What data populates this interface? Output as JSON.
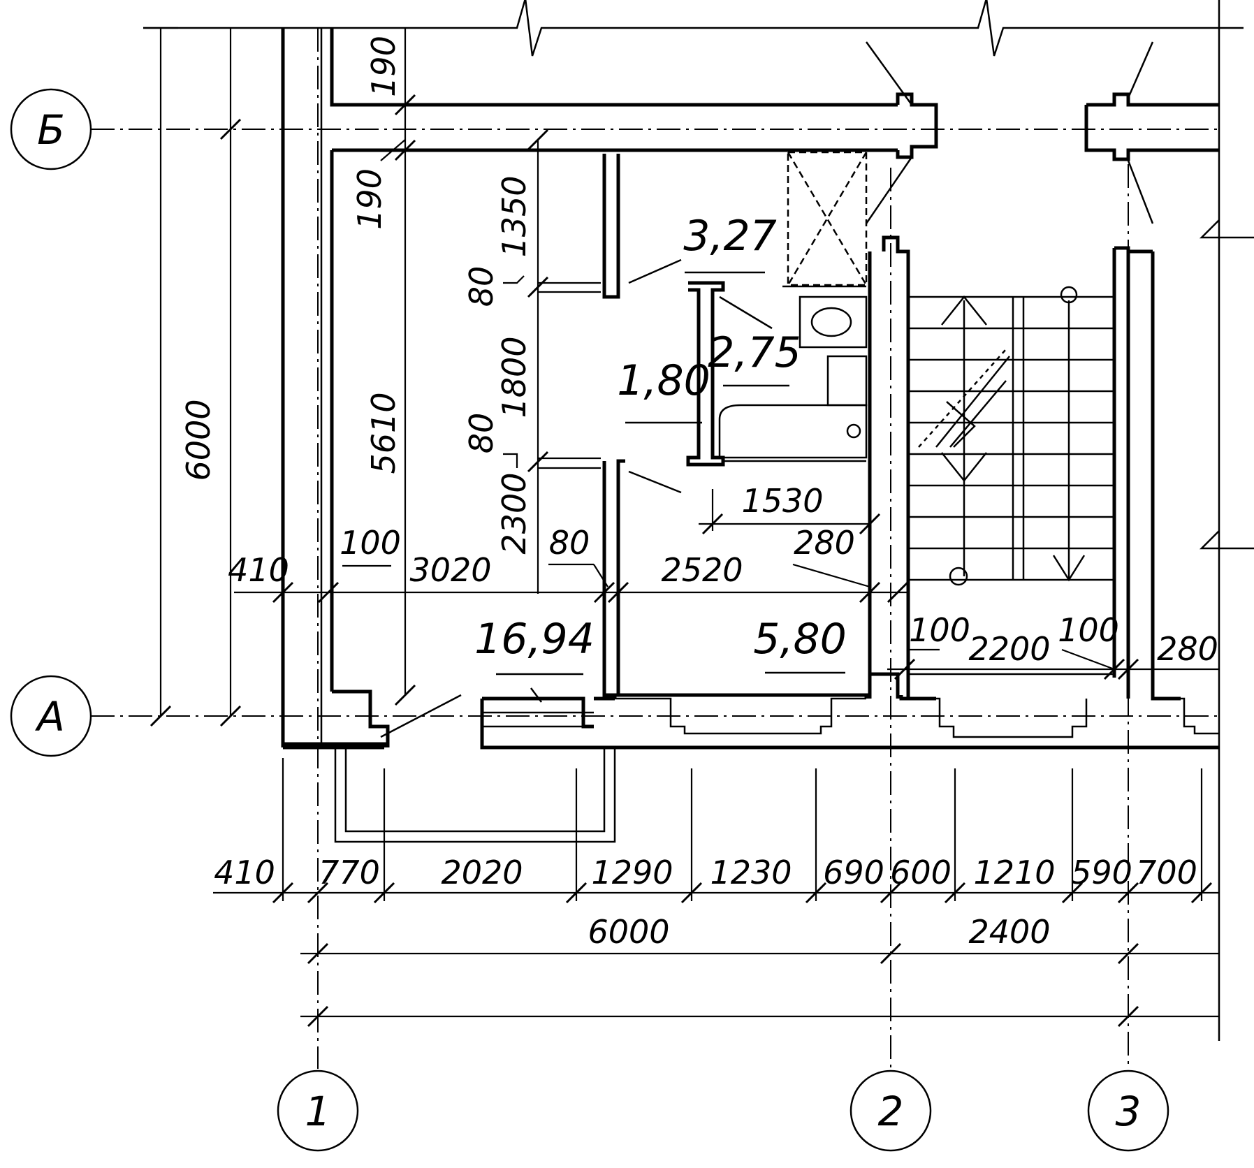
{
  "grid_axes": {
    "rows": [
      "Б",
      "А"
    ],
    "columns": [
      "1",
      "2",
      "3"
    ]
  },
  "room_areas": {
    "living_room": "16,94",
    "kitchen": "5,80",
    "hall": "1,80",
    "closet": "3,27",
    "bathroom": "2,75"
  },
  "dimensions": {
    "left_overall": "6000",
    "left_inner": "5610",
    "left_wall_top": "190",
    "left_wall_bottom": "190",
    "hall_1350": "1350",
    "hall_80_top": "80",
    "hall_1800": "1800",
    "hall_80_bottom": "80",
    "hall_2300": "2300",
    "row_410": "410",
    "row_100": "100",
    "row_3020": "3020",
    "row_80": "80",
    "row_2520": "2520",
    "row_280": "280",
    "bath_1530": "1530",
    "stair_100_left": "100",
    "stair_2200": "2200",
    "stair_100_right": "100",
    "stair_280": "280",
    "bottom_410": "410",
    "bottom_770": "770",
    "bottom_2020": "2020",
    "bottom_1290": "1290",
    "bottom_1230": "1230",
    "bottom_690": "690",
    "bottom_600": "600",
    "bottom_1210": "1210",
    "bottom_590": "590",
    "bottom_700": "700",
    "span_6000": "6000",
    "span_2400": "2400"
  }
}
